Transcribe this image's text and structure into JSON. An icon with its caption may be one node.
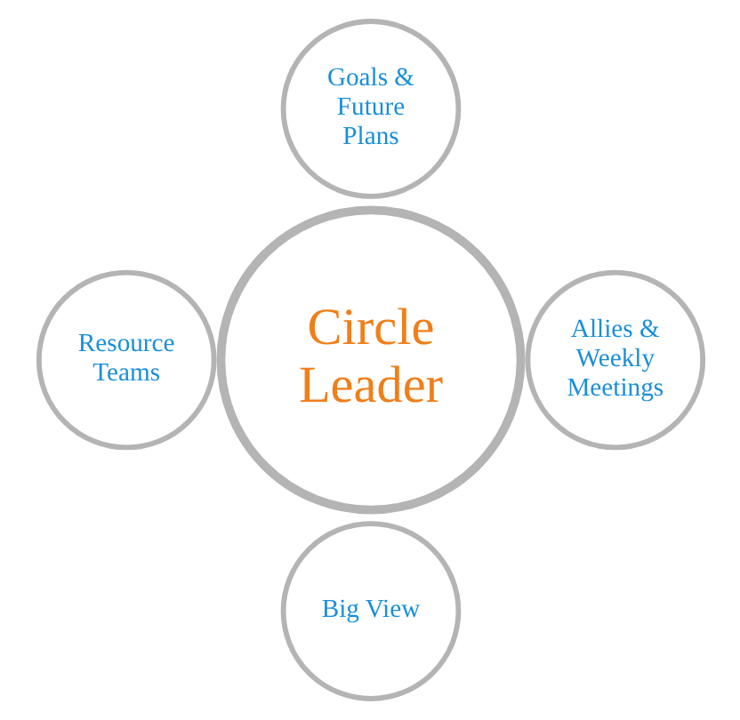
{
  "diagram": {
    "nodes": [
      {
        "text": [
          "Goals & Future Plans"
        ]
      },
      {
        "text": [
          "Resource Teams"
        ]
      },
      {
        "text": [
          "Circle Leader"
        ]
      },
      {
        "text": [
          "Allies & Weekly Meetings"
        ]
      },
      {
        "text": [
          "Big View"
        ]
      }
    ],
    "edges": []
  }
}
